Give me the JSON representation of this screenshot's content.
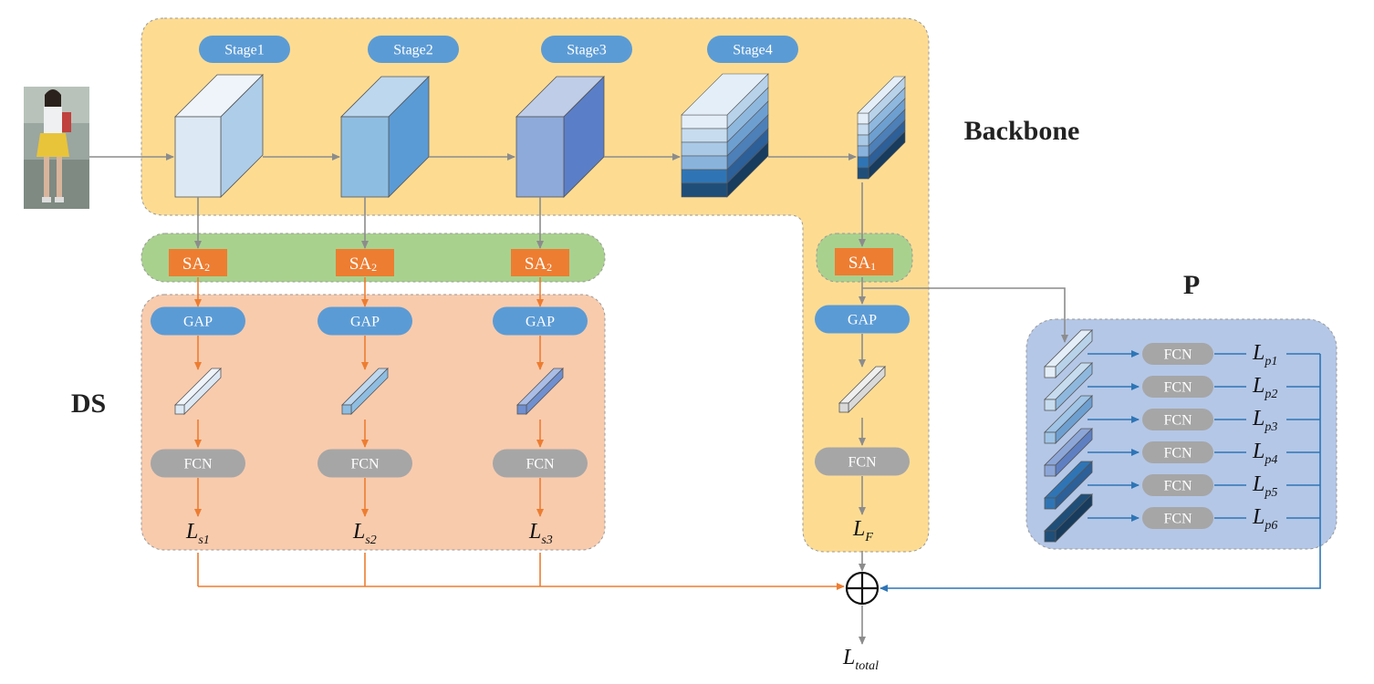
{
  "regions": {
    "backbone": "Backbone",
    "ds": "DS",
    "p": "P"
  },
  "stages": [
    "Stage1",
    "Stage2",
    "Stage3",
    "Stage4"
  ],
  "attention": {
    "sa2": [
      "SA",
      "2"
    ],
    "sa1": [
      "SA",
      "1"
    ]
  },
  "gap_label": "GAP",
  "fcn_label": "FCN",
  "losses": {
    "ds": [
      [
        "L",
        "s1"
      ],
      [
        "L",
        "s2"
      ],
      [
        "L",
        "s3"
      ]
    ],
    "f": [
      "L",
      "F"
    ],
    "p": [
      [
        "L",
        "p1"
      ],
      [
        "L",
        "p2"
      ],
      [
        "L",
        "p3"
      ],
      [
        "L",
        "p4"
      ],
      [
        "L",
        "p5"
      ],
      [
        "L",
        "p6"
      ]
    ],
    "total": [
      "L",
      "total"
    ]
  },
  "sum_symbol": "+",
  "colors": {
    "backbone_bg": "#fddc92",
    "ds_bg": "#f8cbad",
    "sa_band": "#a9d18e",
    "p_bg": "#b4c7e7",
    "pill_blue": "#5b9bd5",
    "pill_gray": "#a6a6a6",
    "sa_box": "#ed7d31",
    "arrow_gray": "#8c8c8c",
    "arrow_orange": "#ed7d31",
    "arrow_blue": "#2e75b6"
  }
}
